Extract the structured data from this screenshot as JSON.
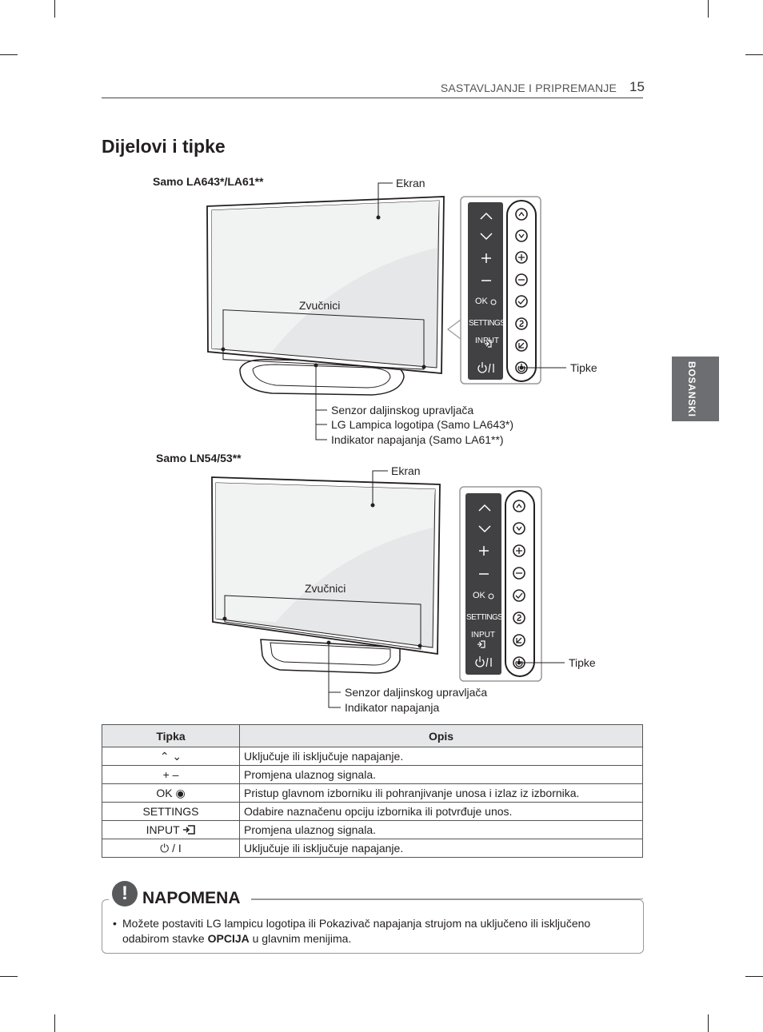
{
  "header": {
    "section": "SASTAVLJANJE I PRIPREMANJE",
    "page_number": "15"
  },
  "side_tab": "BOSANSKI",
  "title": "Dijelovi i tipke",
  "diagram1": {
    "model": "Samo LA643*/LA61**",
    "screen_label": "Ekran",
    "speakers_label": "Zvučnici",
    "buttons_label": "Tipke",
    "callouts": [
      "Senzor daljinskog upravljača",
      "LG Lampica logotipa (Samo LA643*)",
      "Indikator napajanja (Samo LA61**)"
    ],
    "panel": {
      "ok": "OK",
      "settings": "SETTINGS",
      "input": "INPUT"
    }
  },
  "diagram2": {
    "model": "Samo LN54/53**",
    "screen_label": "Ekran",
    "speakers_label": "Zvučnici",
    "buttons_label": "Tipke",
    "callouts": [
      "Senzor daljinskog upravljača",
      "Indikator napajanja"
    ],
    "panel": {
      "ok": "OK",
      "settings": "SETTINGS",
      "input": "INPUT"
    }
  },
  "table": {
    "headers": [
      "Tipka",
      "Opis"
    ],
    "rows": [
      {
        "key": "⌃ ⌄",
        "desc": "Uključuje ili isključuje napajanje."
      },
      {
        "key": "+ –",
        "desc": "Promjena ulaznog signala."
      },
      {
        "key": "OK ◉",
        "desc": "Pristup glavnom izborniku ili pohranjivanje unosa i izlaz iz izbornika."
      },
      {
        "key": "SETTINGS",
        "desc": "Odabire naznačenu opciju izbornika ili potvrđuje unos."
      },
      {
        "key": "INPUT",
        "desc": "Promjena ulaznog signala."
      },
      {
        "key": "⏻ / I",
        "desc": "Uključuje ili isključuje napajanje."
      }
    ]
  },
  "note": {
    "icon": "!",
    "title": "NAPOMENA",
    "bullet": "•",
    "text_before": "Možete postaviti LG lampicu logotipa ili Pokazivač napajanja strujom na uključeno ili isključeno odabirom stavke ",
    "text_bold": "OPCIJA",
    "text_after": " u glavnim menijima."
  }
}
